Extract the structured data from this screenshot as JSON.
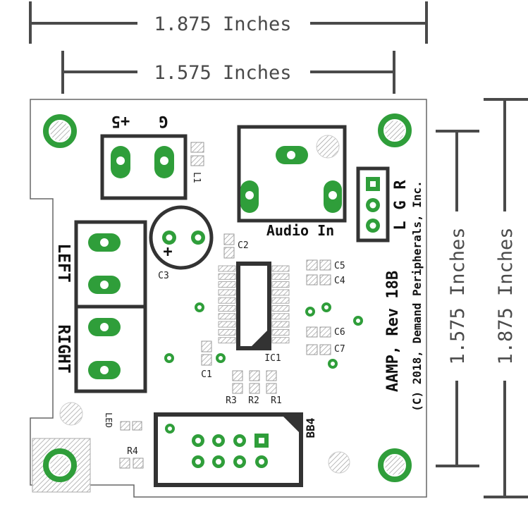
{
  "dimensions": {
    "top_outer": "1.875 Inches",
    "top_inner": "1.575 Inches",
    "right_inner": "1.575 Inches",
    "right_outer": "1.875 Inches"
  },
  "connectors": {
    "power_plus": "+5",
    "power_ground": "G",
    "audio_in": "Audio In",
    "left": "LEFT",
    "right": "RIGHT",
    "header_l": "L",
    "header_g": "G",
    "header_r": "R"
  },
  "components": {
    "L1": "L1",
    "C1": "C1",
    "C2": "C2",
    "C3": "C3",
    "C4": "C4",
    "C5": "C5",
    "C6": "C6",
    "C7": "C7",
    "IC1": "IC1",
    "R1": "R1",
    "R2": "R2",
    "R3": "R3",
    "R4": "R4",
    "LED": "LED",
    "BB4": "BB4",
    "polarity": "+"
  },
  "board": {
    "title": "AAMP,  Rev 18B",
    "copyright": "(C) 2018, Demand Peripherals, Inc."
  },
  "colors": {
    "pad_green": "#2f9e3a",
    "outline": "#333333",
    "hatch": "#8a8a8a"
  }
}
